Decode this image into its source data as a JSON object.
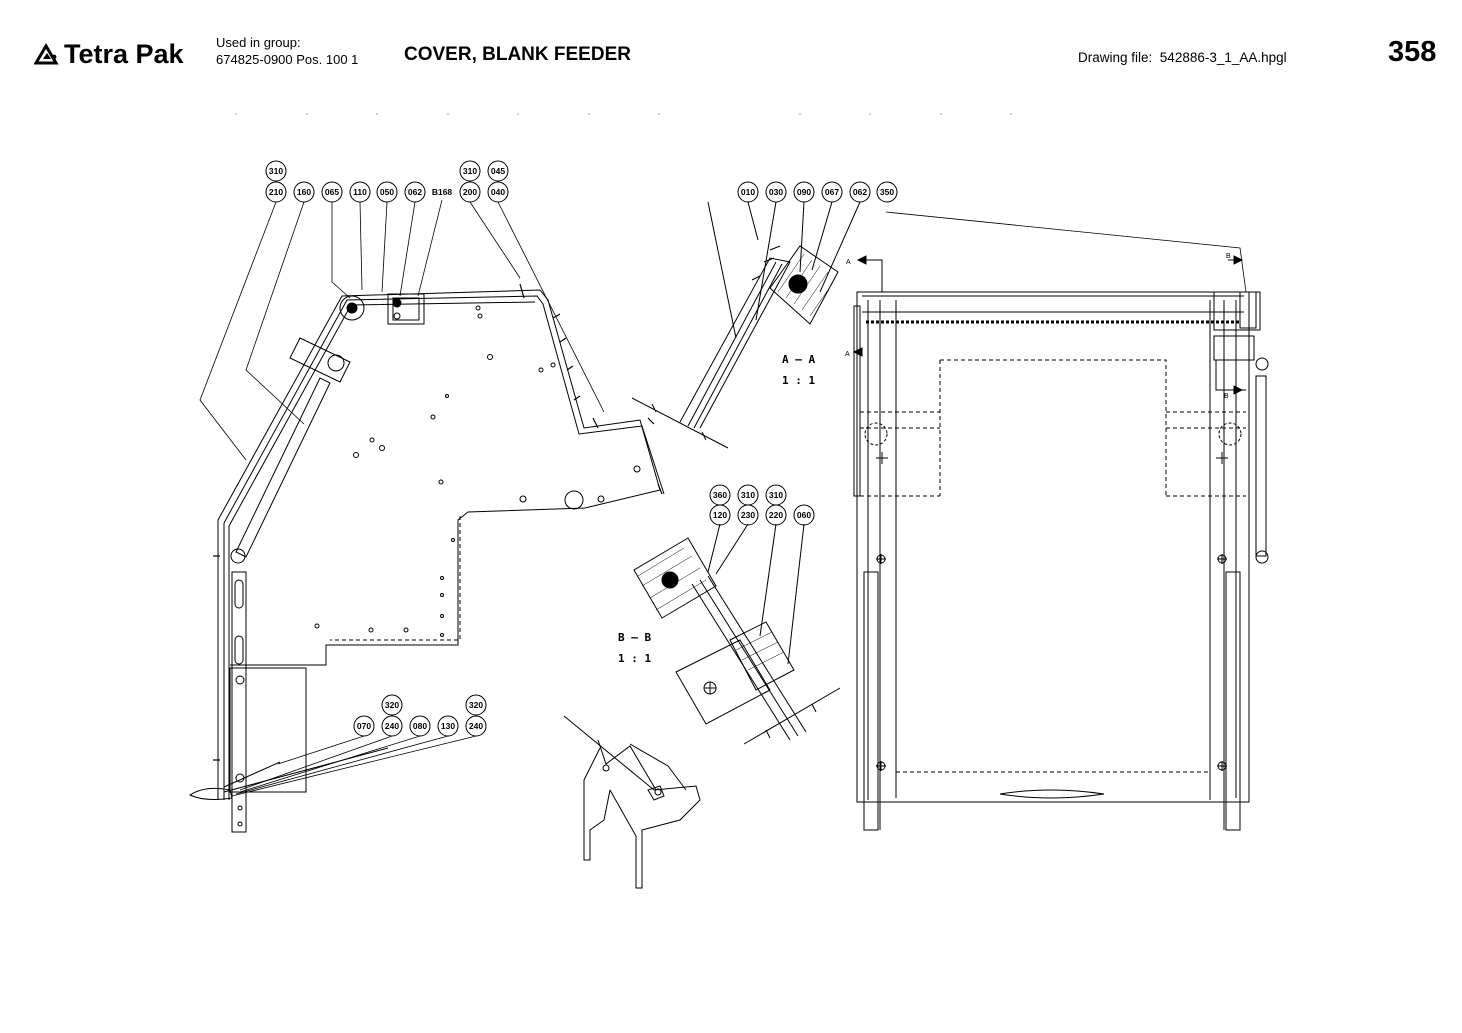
{
  "header": {
    "brand": "Tetra Pak",
    "used_in_group_label": "Used in group:",
    "used_in_group_value": "674825-0900 Pos. 100 1",
    "title": "COVER, BLANK FEEDER",
    "drawing_file_label": "Drawing file:",
    "drawing_file_value": "542886-3_1_AA.hpgl",
    "page_number": "358"
  },
  "icons": {
    "logo": "tetra-pak-logo-icon"
  },
  "sections": {
    "aa_label": "A – A",
    "aa_scale": "1 : 1",
    "bb_label": "B – B",
    "bb_scale": "1 : 1",
    "arrow_a": "A",
    "arrow_b": "B"
  },
  "balloons": {
    "b310a": "310",
    "b210": "210",
    "b160": "160",
    "b065": "065",
    "b110": "110",
    "b050": "050",
    "b062a": "062",
    "b168": "B168",
    "b310b": "310",
    "b045": "045",
    "b200": "200",
    "b040": "040",
    "b010": "010",
    "b030": "030",
    "b090": "090",
    "b067": "067",
    "b062b": "062",
    "b350": "350",
    "b360": "360",
    "b310c": "310",
    "b310d": "310",
    "b120": "120",
    "b230": "230",
    "b220": "220",
    "b060": "060",
    "b320a": "320",
    "b320b": "320",
    "b070": "070",
    "b240a": "240",
    "b080": "080",
    "b130": "130",
    "b240b": "240"
  }
}
